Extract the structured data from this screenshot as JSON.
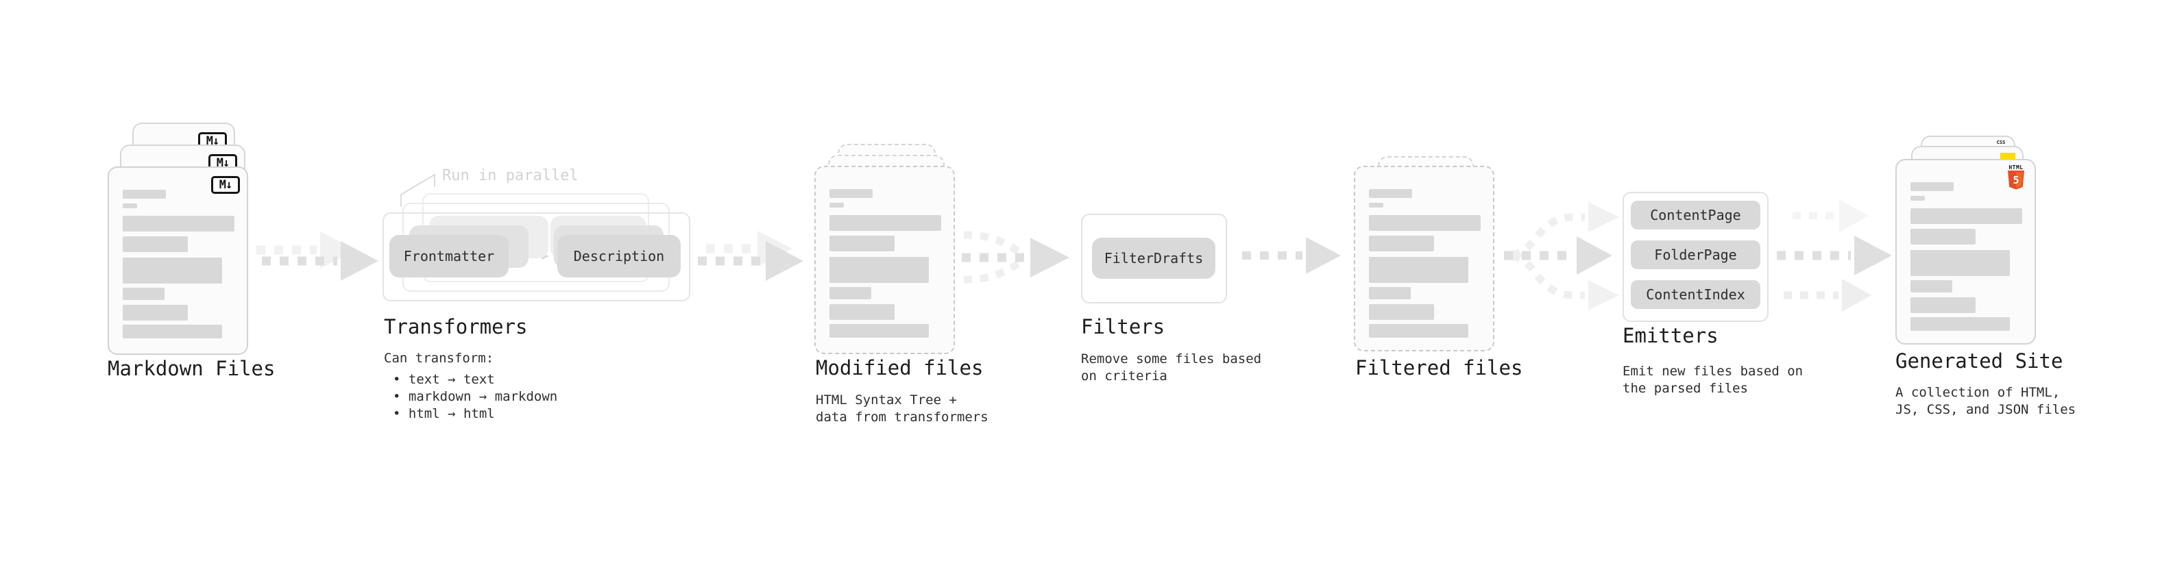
{
  "stages": {
    "markdown_files": {
      "label": "Markdown Files",
      "file_badge": "M↓"
    },
    "transformers": {
      "label": "Transformers",
      "note": "Run in parallel",
      "pills": [
        "Frontmatter",
        "Description"
      ],
      "desc_title": "Can transform:",
      "bullets": [
        "• text → text",
        "• markdown → markdown",
        "• html → html"
      ]
    },
    "modified_files": {
      "label": "Modified files",
      "desc": "HTML Syntax Tree +\ndata from transformers"
    },
    "filters": {
      "label": "Filters",
      "pills": [
        "FilterDrafts"
      ],
      "desc": "Remove some files based\non criteria"
    },
    "filtered_files": {
      "label": "Filtered files"
    },
    "emitters": {
      "label": "Emitters",
      "pills": [
        "ContentPage",
        "FolderPage",
        "ContentIndex"
      ],
      "desc": "Emit new files based on\nthe parsed files"
    },
    "generated_site": {
      "label": "Generated Site",
      "desc": "A collection of HTML,\nJS, CSS, and JSON files",
      "badge_html_label": "HTML",
      "badge_html_number": "5",
      "badge_css": "CSS"
    }
  },
  "colors": {
    "html5_orange": "#e44d26",
    "js_yellow": "#ffdb00",
    "css_blue": "#2f6be4",
    "card_border": "#d2d2d2",
    "bar_fill": "#d8d8d8",
    "pill_fill": "#d9d9d9",
    "arrow_dark": "#dfdfdf",
    "arrow_light": "#efefef"
  }
}
